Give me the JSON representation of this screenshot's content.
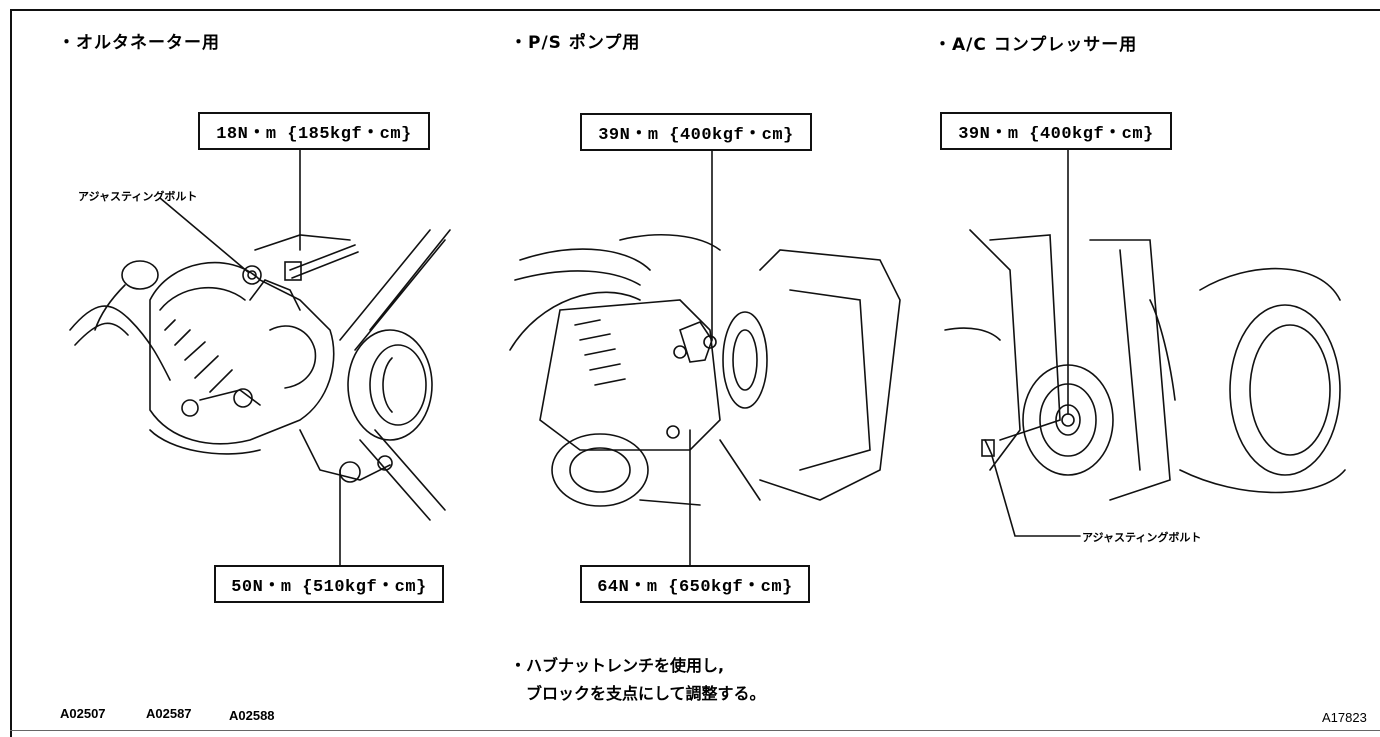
{
  "panels": {
    "alternator": {
      "heading": "・オルタネーター用",
      "torque_top": "18N・m {185kgf・cm}",
      "torque_bottom": "50N・m {510kgf・cm}",
      "adjusting_bolt_label": "アジャスティングボルト"
    },
    "ps_pump": {
      "heading": "・P/S ポンプ用",
      "torque_top": "39N・m {400kgf・cm}",
      "torque_bottom": "64N・m {650kgf・cm}"
    },
    "ac_compressor": {
      "heading": "・A/C コンプレッサー用",
      "torque_top": "39N・m {400kgf・cm}",
      "adjusting_bolt_label": "アジャスティングボルト"
    }
  },
  "note": {
    "line1": "・ハブナットレンチを使用し,",
    "line2": "ブロックを支点にして調整する。"
  },
  "figure_codes": {
    "code1": "A02507",
    "code2": "A02587",
    "code3": "A02588",
    "code4": "A17823"
  }
}
